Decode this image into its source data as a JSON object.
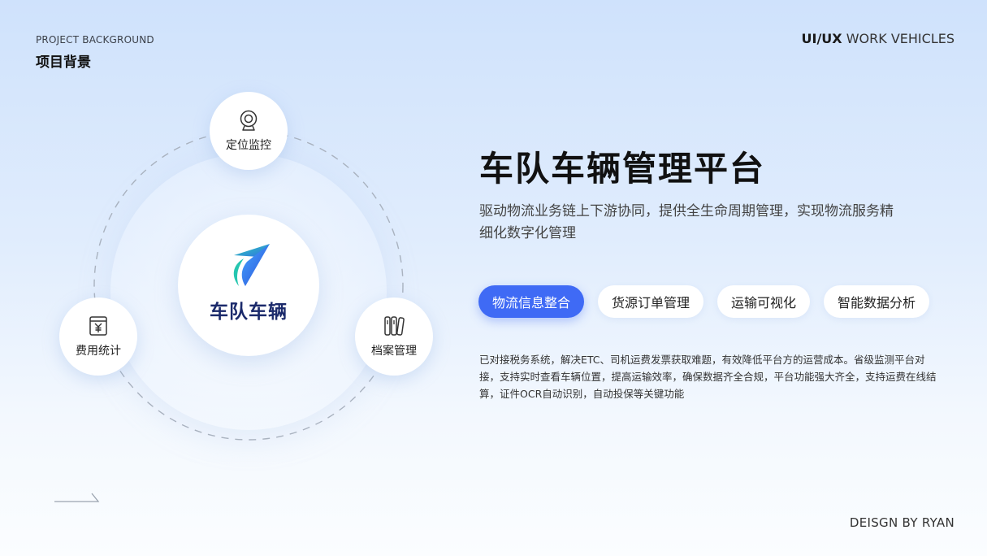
{
  "header": {
    "subtitle_en": "PROJECT BACKGROUND",
    "subtitle_cn": "项目背景",
    "top_right_bold": "UI/UX",
    "top_right_text": "WORK VEHICLES"
  },
  "footer": {
    "credit": "DEISGN BY RYAN"
  },
  "diagram": {
    "center_brand": "车队车辆",
    "nodes": {
      "top": {
        "label": "定位监控",
        "icon": "webcam-icon"
      },
      "left": {
        "label": "费用统计",
        "icon": "yen-receipt-icon"
      },
      "right": {
        "label": "档案管理",
        "icon": "archive-binders-icon"
      }
    }
  },
  "main": {
    "title": "车队车辆管理平台",
    "description": "驱动物流业务链上下游协同，提供全生命周期管理，实现物流服务精细化数字化管理",
    "tags": [
      {
        "label": "物流信息整合",
        "active": true
      },
      {
        "label": "货源订单管理",
        "active": false
      },
      {
        "label": "运输可视化",
        "active": false
      },
      {
        "label": "智能数据分析",
        "active": false
      }
    ],
    "body": "已对接税务系统，解决ETC、司机运费发票获取难题，有效降低平台方的运营成本。省级监测平台对接，支持实时查看车辆位置，提高运输效率，确保数据齐全合规，平台功能强大齐全，支持运费在线结算，证件OCR自动识别，自动投保等关键功能"
  },
  "colors": {
    "accent": "#3f6af5",
    "brand_text": "#1b2a6b",
    "logo_teal": "#26c6b0",
    "logo_blue": "#2f6ee8"
  }
}
